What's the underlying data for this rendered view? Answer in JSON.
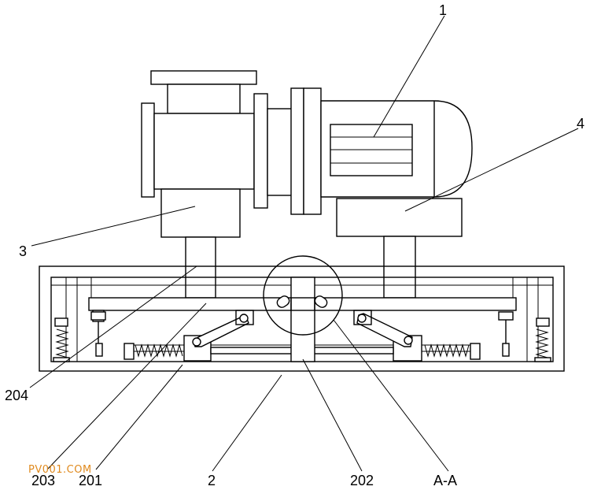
{
  "labels": {
    "l1": "1",
    "l2": "2",
    "l3": "3",
    "l4": "4",
    "l201": "201",
    "l202": "202",
    "l203": "203",
    "l204": "204",
    "laa": "A-A"
  },
  "watermark": "PV001.COM",
  "colors": {
    "line": "#000000",
    "watermark": "#e08a1e",
    "background": "#ffffff"
  }
}
